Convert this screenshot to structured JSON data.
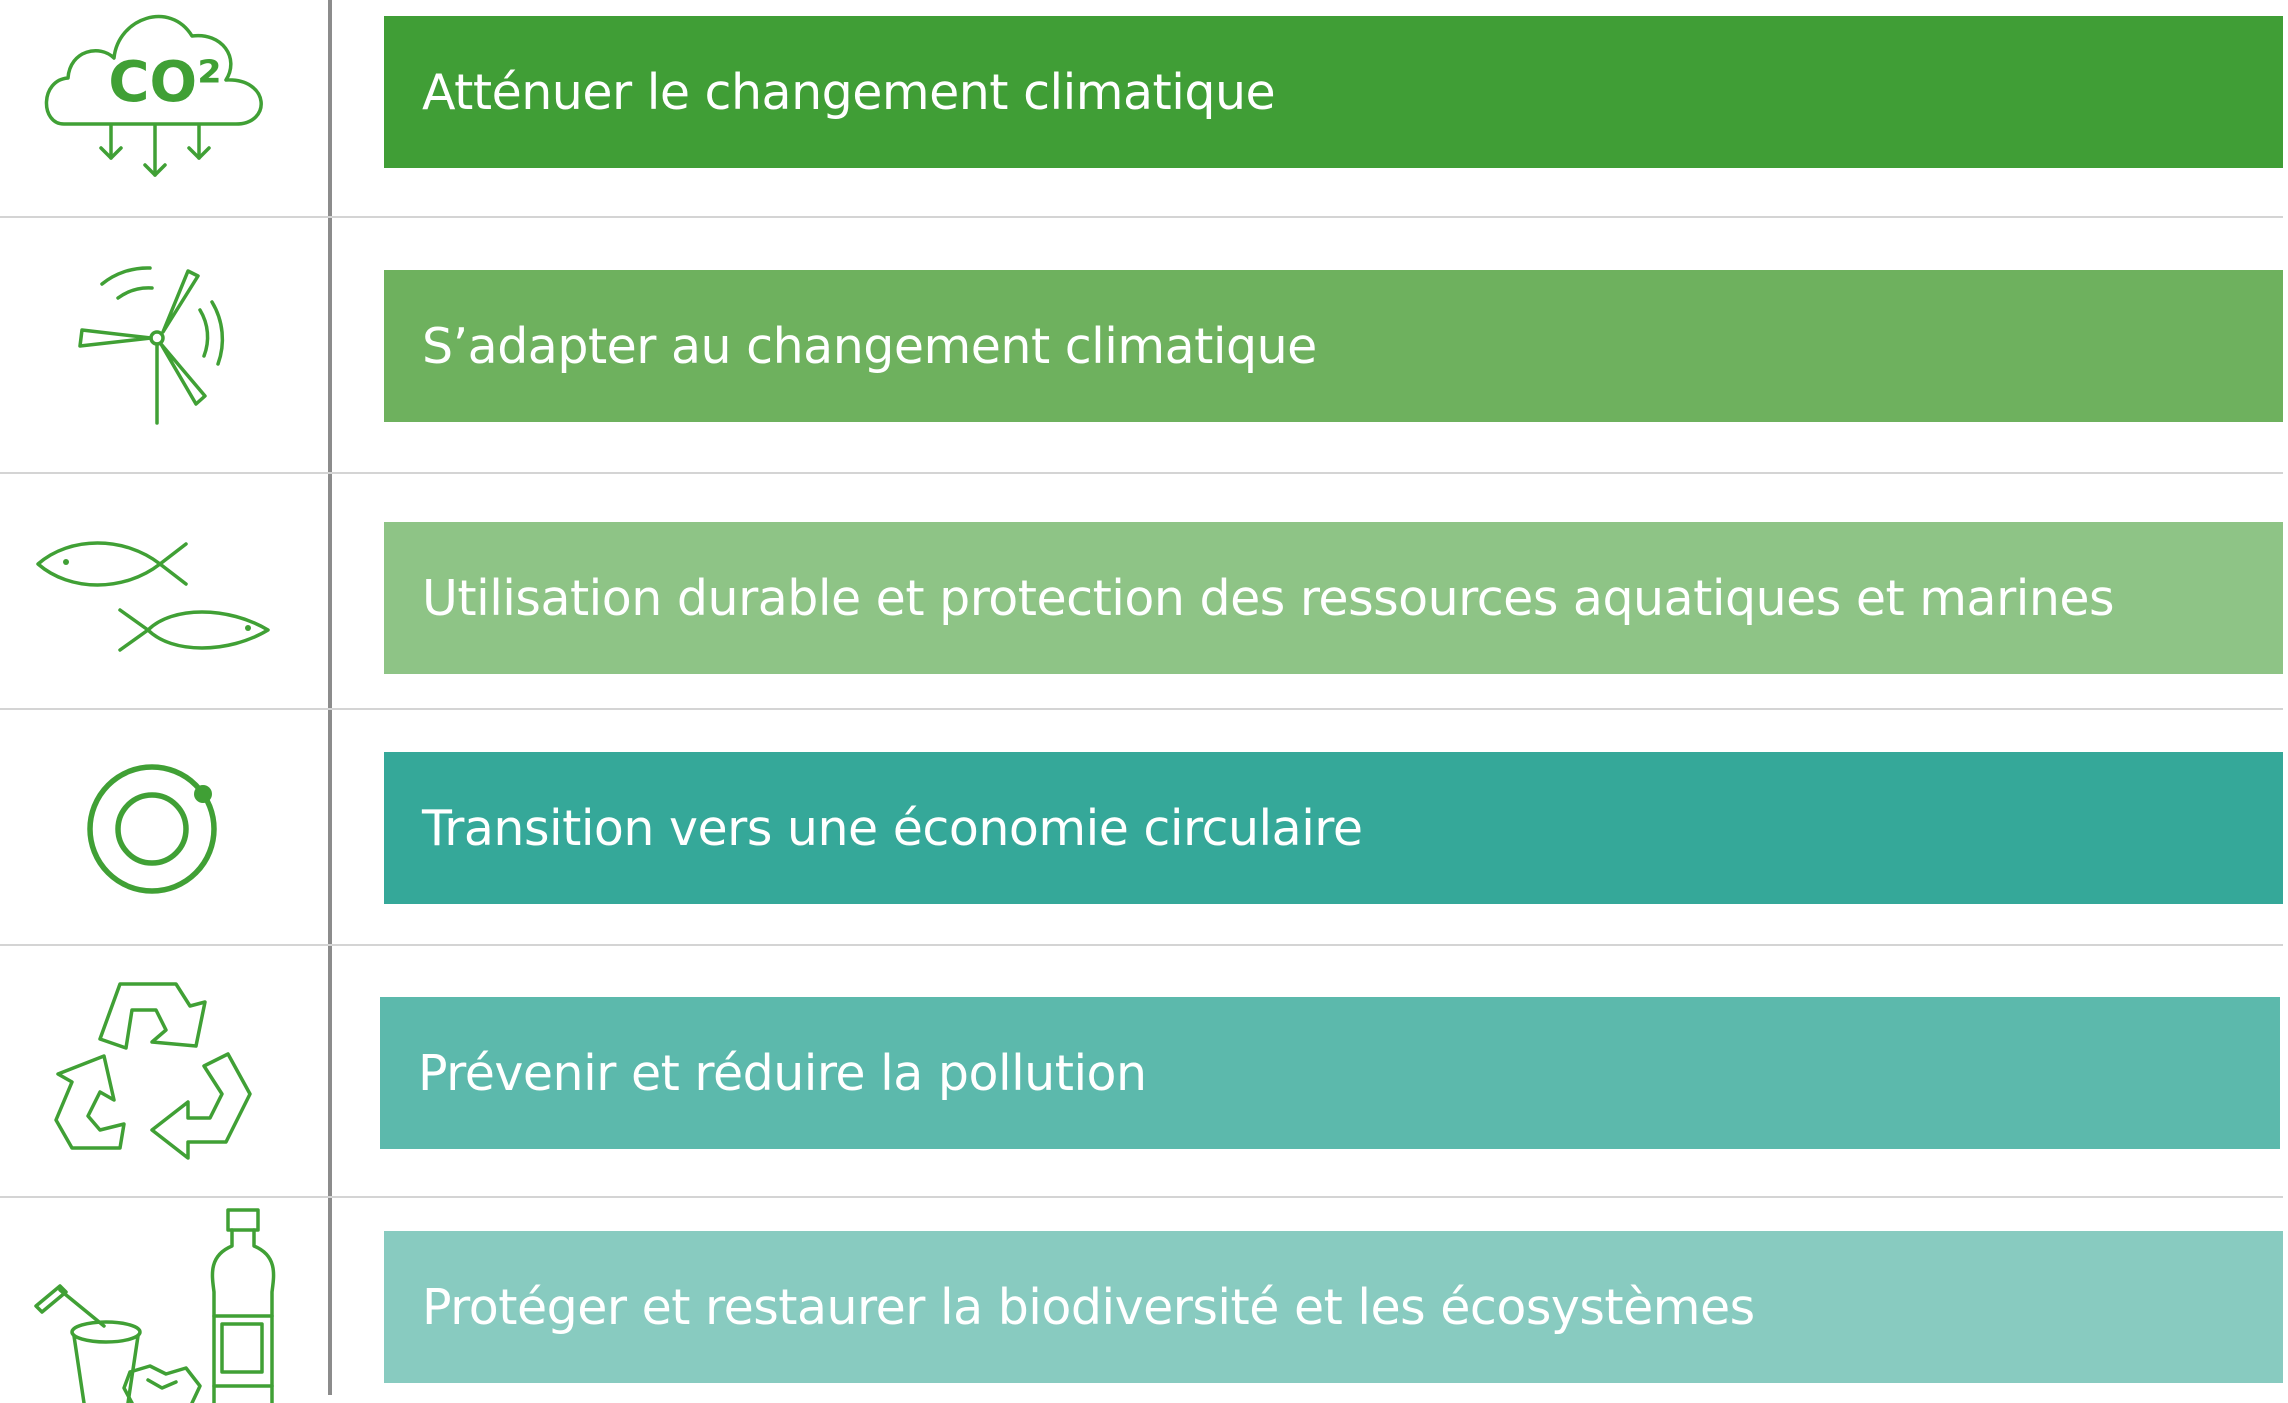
{
  "colors": {
    "icon_stroke": "#40a035",
    "divider_vertical": "#8c8c8c",
    "divider_horizontal": "#d4d4d4"
  },
  "icons": [
    {
      "name": "co2-cloud-icon",
      "label": "CO²"
    },
    {
      "name": "wind-turbine-icon"
    },
    {
      "name": "fish-icon"
    },
    {
      "name": "circular-economy-icon"
    },
    {
      "name": "recycle-icon"
    },
    {
      "name": "waste-bottle-cup-icon"
    }
  ],
  "objectives": [
    {
      "label": "Atténuer le changement climatique",
      "color": "#409e36"
    },
    {
      "label": "S’adapter au changement climatique",
      "color": "#6eb15e"
    },
    {
      "label": "Utilisation durable et protection des ressources aquatiques et marines",
      "color": "#8ec486"
    },
    {
      "label": "Transition vers une économie circulaire",
      "color": "#35a899"
    },
    {
      "label": "Prévenir et réduire la pollution",
      "color": "#5cb9ac"
    },
    {
      "label": "Protéger et restaurer la biodiversité et les écosystèmes",
      "color": "#88cbc0"
    }
  ]
}
